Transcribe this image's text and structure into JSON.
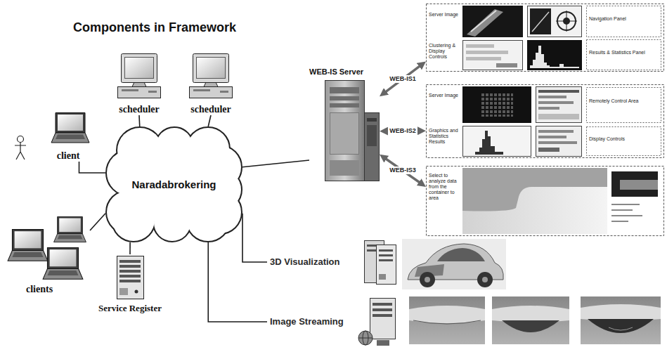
{
  "diagram": {
    "title": "Components in Framework",
    "nodes": [
      {
        "text": [
          "scheduler"
        ]
      },
      {
        "text": [
          "scheduler"
        ]
      },
      {
        "text": [
          "client"
        ]
      },
      {
        "text": [
          "Naradabrokering"
        ]
      },
      {
        "text": [
          "WEB-IS Server"
        ]
      },
      {
        "text": [
          "Server Image",
          "Navigation Panel",
          "Clustering & Display Controls",
          "Results & Statistics Panel"
        ]
      },
      {
        "text": [
          "Server Image",
          "Remotely Control Area",
          "Graphics and Statistics Results",
          "Display Controls"
        ]
      },
      {
        "text": [
          "Select to analyze data from the container to area"
        ]
      },
      {
        "text": [
          "clients"
        ]
      },
      {
        "text": [
          "Service Register"
        ]
      },
      {
        "text": [
          "3D Visualization"
        ]
      },
      {
        "text": [
          "Image Streaming"
        ]
      }
    ],
    "edges": [
      {
        "from": 0,
        "to": 3,
        "arrow": "none"
      },
      {
        "from": 1,
        "to": 3,
        "arrow": "none"
      },
      {
        "from": 2,
        "to": 3,
        "arrow": "none"
      },
      {
        "from": 3,
        "to": 4,
        "arrow": "none"
      },
      {
        "from": 4,
        "to": 5,
        "label": "WEB-IS1",
        "arrow": "both"
      },
      {
        "from": 4,
        "to": 6,
        "label": "WEB-IS2",
        "arrow": "both"
      },
      {
        "from": 4,
        "to": 7,
        "label": "WEB-IS3",
        "arrow": "both"
      },
      {
        "from": 8,
        "to": 3,
        "arrow": "none"
      },
      {
        "from": 9,
        "to": 3,
        "arrow": "none"
      },
      {
        "from": 3,
        "to": 10,
        "arrow": "none"
      },
      {
        "from": 3,
        "to": 11,
        "arrow": "none"
      }
    ]
  }
}
